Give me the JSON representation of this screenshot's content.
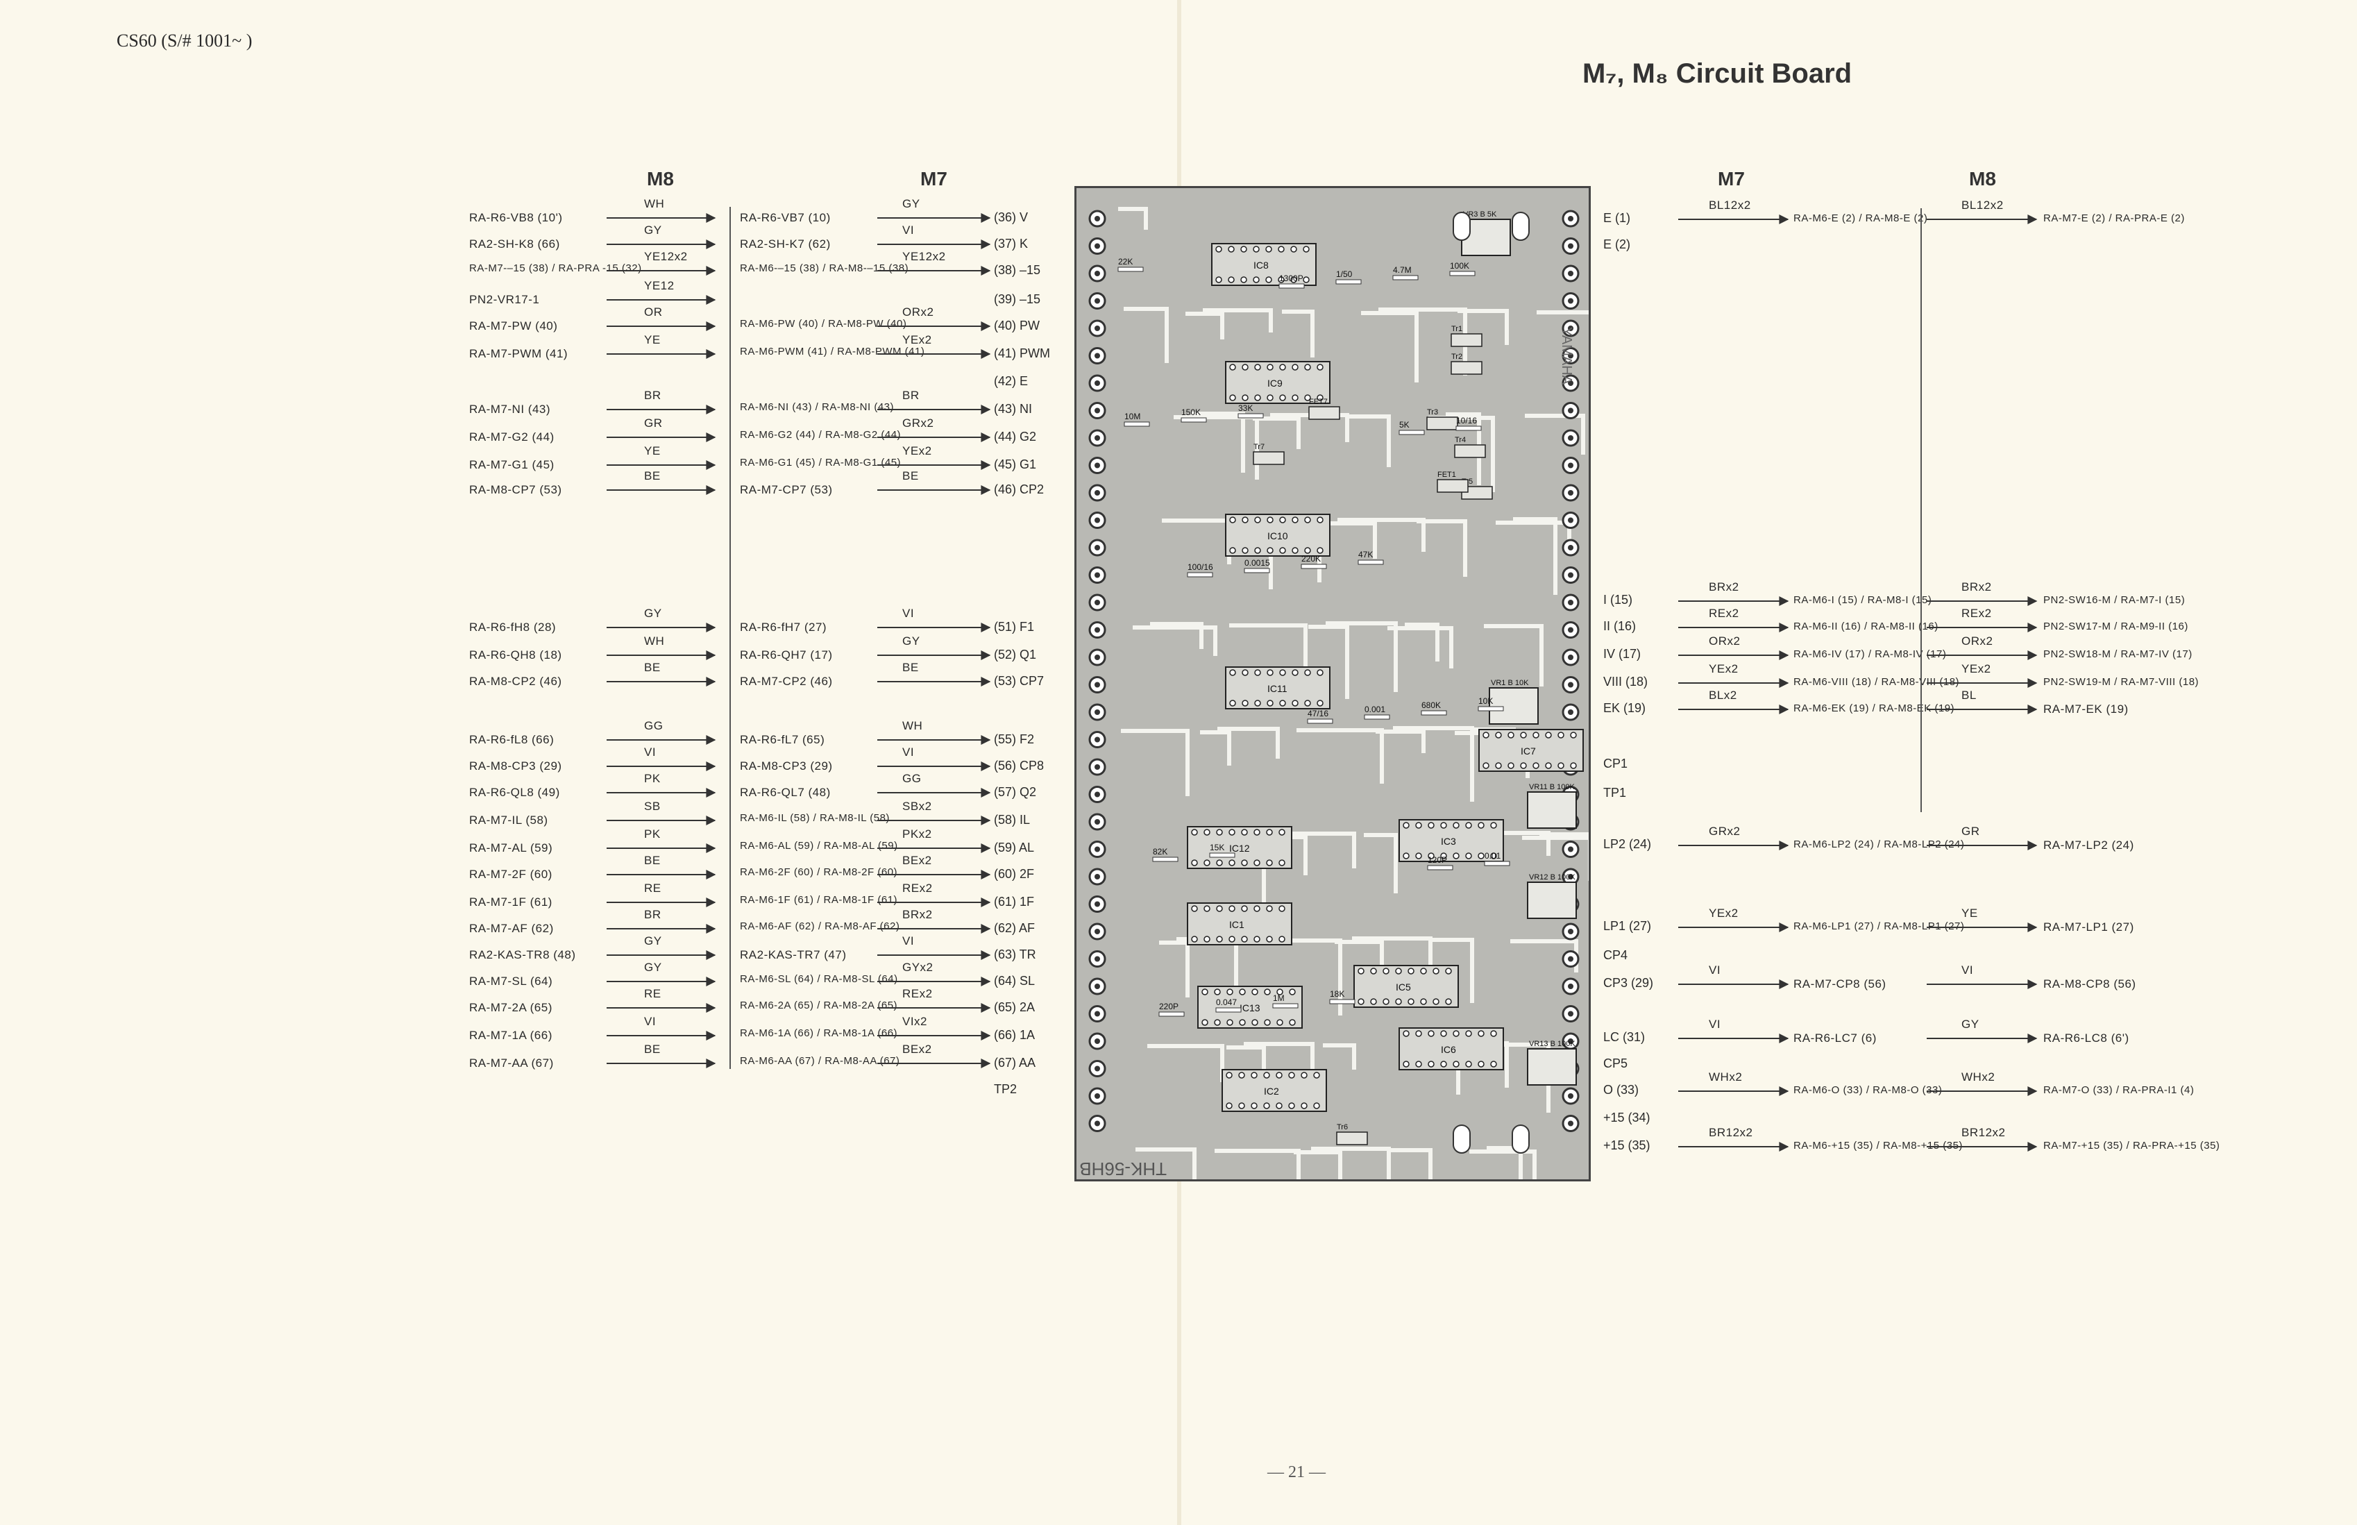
{
  "header": {
    "model": "CS60 (S/# 1001~ )",
    "title": "M₇, M₈  Circuit Board"
  },
  "page_number": "— 21 —",
  "left": {
    "heading_m8": "M8",
    "heading_m7": "M7",
    "rows": [
      {
        "m8": "RA-R6-VB8 (10')",
        "w8": "WH",
        "m7": "RA-R6-VB7 (10)",
        "w7": "GY",
        "pin": "(36) V"
      },
      {
        "m8": "RA2-SH-K8 (66)",
        "w8": "GY",
        "m7": "RA2-SH-K7 (62)",
        "w7": "VI",
        "pin": "(37) K"
      },
      {
        "m8": "RA-M7-–15 (38) / RA-PRA -15 (32)",
        "w8": "YE12x2",
        "m7": "RA-M6-–15 (38) / RA-M8-–15 (38)",
        "w7": "YE12x2",
        "pin": "(38) –15"
      },
      {
        "m8": "PN2-VR17-1",
        "w8": "YE12",
        "m7": "",
        "w7": "",
        "pin": "(39) –15"
      },
      {
        "m8": "RA-M7-PW (40)",
        "w8": "OR",
        "m7": "RA-M6-PW (40) / RA-M8-PW (40)",
        "w7": "ORx2",
        "pin": "(40) PW"
      },
      {
        "m8": "RA-M7-PWM (41)",
        "w8": "YE",
        "m7": "RA-M6-PWM (41) / RA-M8-PWM (41)",
        "w7": "YEx2",
        "pin": "(41) PWM"
      },
      {
        "m8": "",
        "w8": "",
        "m7": "",
        "w7": "",
        "pin": "(42) E"
      },
      {
        "m8": "RA-M7-NI (43)",
        "w8": "BR",
        "m7": "RA-M6-NI (43) / RA-M8-NI (43)",
        "w7": "BR",
        "pin": "(43) NI"
      },
      {
        "m8": "RA-M7-G2 (44)",
        "w8": "GR",
        "m7": "RA-M6-G2 (44) / RA-M8-G2 (44)",
        "w7": "GRx2",
        "pin": "(44) G2"
      },
      {
        "m8": "RA-M7-G1 (45)",
        "w8": "YE",
        "m7": "RA-M6-G1 (45) / RA-M8-G1 (45)",
        "w7": "YEx2",
        "pin": "(45) G1"
      },
      {
        "m8": "RA-M8-CP7 (53)",
        "w8": "BE",
        "m7": "RA-M7-CP7 (53)",
        "w7": "BE",
        "pin": "(46) CP2"
      },
      {
        "m8": "RA-R6-fH8 (28)",
        "w8": "GY",
        "m7": "RA-R6-fH7 (27)",
        "w7": "VI",
        "pin": "(51) F1"
      },
      {
        "m8": "RA-R6-QH8 (18)",
        "w8": "WH",
        "m7": "RA-R6-QH7 (17)",
        "w7": "GY",
        "pin": "(52) Q1"
      },
      {
        "m8": "RA-M8-CP2 (46)",
        "w8": "BE",
        "m7": "RA-M7-CP2 (46)",
        "w7": "BE",
        "pin": "(53) CP7"
      },
      {
        "m8": "RA-R6-fL8 (66)",
        "w8": "GG",
        "m7": "RA-R6-fL7 (65)",
        "w7": "WH",
        "pin": "(55) F2"
      },
      {
        "m8": "RA-M8-CP3 (29)",
        "w8": "VI",
        "m7": "RA-M8-CP3 (29)",
        "w7": "VI",
        "pin": "(56) CP8"
      },
      {
        "m8": "RA-R6-QL8 (49)",
        "w8": "PK",
        "m7": "RA-R6-QL7 (48)",
        "w7": "GG",
        "pin": "(57) Q2"
      },
      {
        "m8": "RA-M7-IL (58)",
        "w8": "SB",
        "m7": "RA-M6-IL (58) / RA-M8-IL (58)",
        "w7": "SBx2",
        "pin": "(58) IL"
      },
      {
        "m8": "RA-M7-AL (59)",
        "w8": "PK",
        "m7": "RA-M6-AL (59) / RA-M8-AL (59)",
        "w7": "PKx2",
        "pin": "(59) AL"
      },
      {
        "m8": "RA-M7-2F (60)",
        "w8": "BE",
        "m7": "RA-M6-2F (60) / RA-M8-2F (60)",
        "w7": "BEx2",
        "pin": "(60) 2F"
      },
      {
        "m8": "RA-M7-1F (61)",
        "w8": "RE",
        "m7": "RA-M6-1F (61) / RA-M8-1F (61)",
        "w7": "REx2",
        "pin": "(61) 1F"
      },
      {
        "m8": "RA-M7-AF (62)",
        "w8": "BR",
        "m7": "RA-M6-AF (62) / RA-M8-AF (62)",
        "w7": "BRx2",
        "pin": "(62) AF"
      },
      {
        "m8": "RA2-KAS-TR8 (48)",
        "w8": "GY",
        "m7": "RA2-KAS-TR7 (47)",
        "w7": "VI",
        "pin": "(63) TR"
      },
      {
        "m8": "RA-M7-SL (64)",
        "w8": "GY",
        "m7": "RA-M6-SL (64) / RA-M8-SL (64)",
        "w7": "GYx2",
        "pin": "(64) SL"
      },
      {
        "m8": "RA-M7-2A (65)",
        "w8": "RE",
        "m7": "RA-M6-2A (65) / RA-M8-2A (65)",
        "w7": "REx2",
        "pin": "(65) 2A"
      },
      {
        "m8": "RA-M7-1A (66)",
        "w8": "VI",
        "m7": "RA-M6-1A (66) / RA-M8-1A (66)",
        "w7": "VIx2",
        "pin": "(66) 1A"
      },
      {
        "m8": "RA-M7-AA (67)",
        "w8": "BE",
        "m7": "RA-M6-AA (67) / RA-M8-AA (67)",
        "w7": "BEx2",
        "pin": "(67) AA"
      },
      {
        "m8": "",
        "w8": "",
        "m7": "",
        "w7": "",
        "pin": "TP2"
      }
    ]
  },
  "right": {
    "heading_m7": "M7",
    "heading_m8": "M8",
    "rows": [
      {
        "pin": "E (1)",
        "w7": "BL12x2",
        "m7": "RA-M6-E (2) / RA-M8-E (2)",
        "w8": "BL12x2",
        "m8": "RA-M7-E (2) / RA-PRA-E (2)"
      },
      {
        "pin": "E (2)",
        "w7": "",
        "m7": "",
        "w8": "",
        "m8": ""
      },
      {
        "pin": "I (15)",
        "w7": "BRx2",
        "m7": "RA-M6-I (15) / RA-M8-I (15)",
        "w8": "BRx2",
        "m8": "PN2-SW16-M / RA-M7-I (15)"
      },
      {
        "pin": "II (16)",
        "w7": "REx2",
        "m7": "RA-M6-II (16) / RA-M8-II (16)",
        "w8": "REx2",
        "m8": "PN2-SW17-M / RA-M9-II (16)"
      },
      {
        "pin": "IV (17)",
        "w7": "ORx2",
        "m7": "RA-M6-IV (17) / RA-M8-IV (17)",
        "w8": "ORx2",
        "m8": "PN2-SW18-M / RA-M7-IV (17)"
      },
      {
        "pin": "VIII (18)",
        "w7": "YEx2",
        "m7": "RA-M6-VIII (18) / RA-M8-VIII (18)",
        "w8": "YEx2",
        "m8": "PN2-SW19-M / RA-M7-VIII (18)"
      },
      {
        "pin": "EK (19)",
        "w7": "BLx2",
        "m7": "RA-M6-EK (19) / RA-M8-EK (19)",
        "w8": "BL",
        "m8": "RA-M7-EK (19)"
      },
      {
        "pin": "CP1",
        "w7": "",
        "m7": "",
        "w8": "",
        "m8": ""
      },
      {
        "pin": "TP1",
        "w7": "",
        "m7": "",
        "w8": "",
        "m8": ""
      },
      {
        "pin": "LP2 (24)",
        "w7": "GRx2",
        "m7": "RA-M6-LP2 (24) / RA-M8-LP2 (24)",
        "w8": "GR",
        "m8": "RA-M7-LP2 (24)"
      },
      {
        "pin": "LP1 (27)",
        "w7": "YEx2",
        "m7": "RA-M6-LP1 (27) / RA-M8-LP1 (27)",
        "w8": "YE",
        "m8": "RA-M7-LP1 (27)"
      },
      {
        "pin": "CP4",
        "w7": "",
        "m7": "",
        "w8": "",
        "m8": ""
      },
      {
        "pin": "CP3 (29)",
        "w7": "VI",
        "m7": "RA-M7-CP8 (56)",
        "w8": "VI",
        "m8": "RA-M8-CP8 (56)"
      },
      {
        "pin": "LC (31)",
        "w7": "VI",
        "m7": "RA-R6-LC7 (6)",
        "w8": "GY",
        "m8": "RA-R6-LC8 (6')"
      },
      {
        "pin": "CP5",
        "w7": "",
        "m7": "",
        "w8": "",
        "m8": ""
      },
      {
        "pin": "O (33)",
        "w7": "WHx2",
        "m7": "RA-M6-O (33) / RA-M8-O (33)",
        "w8": "WHx2",
        "m8": "RA-M7-O (33) / RA-PRA-I1 (4)"
      },
      {
        "pin": "+15 (34)",
        "w7": "",
        "m7": "",
        "w8": "",
        "m8": ""
      },
      {
        "pin": "+15 (35)",
        "w7": "BR12x2",
        "m7": "RA-M6-+15 (35) / RA-M8-+15 (35)",
        "w8": "BR12x2",
        "m8": "RA-M7-+15 (35) / RA-PRA-+15 (35)"
      }
    ]
  },
  "board": {
    "ics": [
      "IC8",
      "IC9",
      "IC10",
      "IC11",
      "IC12",
      "IC13",
      "IC1",
      "IC2",
      "IC3",
      "IC5",
      "IC6",
      "IC7"
    ],
    "transistors": [
      "Tr1",
      "Tr2",
      "Tr3",
      "Tr4",
      "Tr5",
      "Tr6",
      "Tr7",
      "FET7",
      "FET1"
    ],
    "pots": [
      "VR3 B 5K",
      "VR1 B 10K",
      "VR11 B 100K",
      "VR12 B 100K",
      "VR13 B 100K"
    ],
    "parts": [
      "22K",
      "33K",
      "47K",
      "10K",
      "15K",
      "18K",
      "100K",
      "150K",
      "220K",
      "680K",
      "82K",
      "1M",
      "4.7M",
      "10M",
      "0.0015",
      "0.001",
      "0.01",
      "0.047",
      "1/50",
      "10/16",
      "100/16",
      "47/16",
      "120P",
      "220P",
      "1300P",
      "5K"
    ],
    "silkscreen": "THK-56HB",
    "brand": "YAMAHA"
  }
}
